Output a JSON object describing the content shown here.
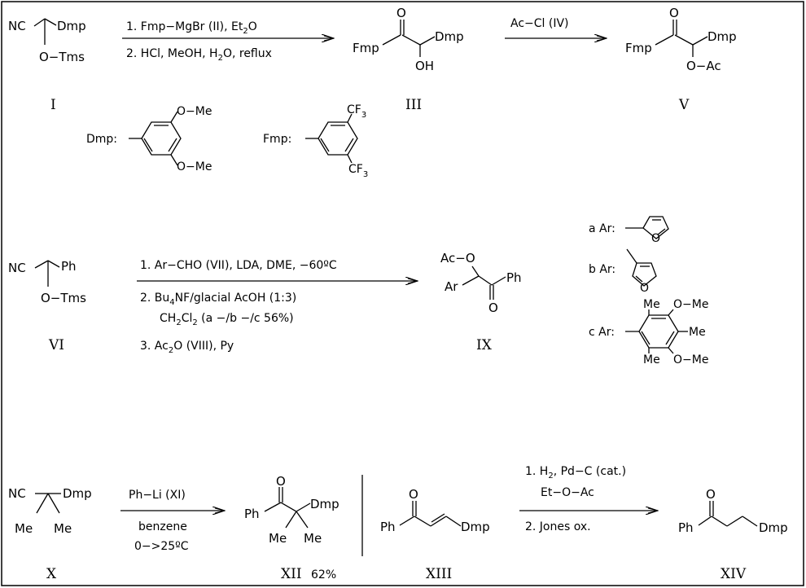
{
  "scheme1": {
    "compound_I": {
      "group_top_left": "NC",
      "group_top_right": "Dmp",
      "group_bottom": "O−Tms",
      "label": "I"
    },
    "arrow1": {
      "step1_prefix": "1.  Fmp−MgBr  (II), Et",
      "step1_sub": "2",
      "step1_suffix": "O",
      "step2_prefix": "2. HCl,  MeOH,  H",
      "step2_sub": "2",
      "step2_suffix": "O,   reflux"
    },
    "compound_III": {
      "left": "Fmp",
      "right": "Dmp",
      "bottom": "OH",
      "label": "III"
    },
    "arrow2": {
      "reagent": "Ac−Cl   (IV)"
    },
    "compound_V": {
      "left": "Fmp",
      "right": "Dmp",
      "bottom": "O−Ac",
      "label": "V"
    },
    "dmp_def": {
      "label": "Dmp:",
      "top": "O−Me",
      "bottom": "O−Me"
    },
    "fmp_def": {
      "label": "Fmp:",
      "top": "CF",
      "top_sub": "3",
      "bottom": "CF",
      "bottom_sub": "3"
    }
  },
  "scheme2": {
    "compound_VI": {
      "group_top_left": "NC",
      "group_top_right": "Ph",
      "group_bottom": "O−Tms",
      "label": "VI"
    },
    "arrow": {
      "step1": "1.  Ar−CHO   (VII), LDA,  DME,  −60ºC",
      "step2_prefix": "2. Bu",
      "step2_sub": "4",
      "step2_suffix": "NF/glacial AcOH (1:3)",
      "step2b_prefix": "CH",
      "step2b_sub1": "2",
      "step2b_mid": "Cl",
      "step2b_sub2": "2",
      "step2b_suffix": "  (a −/b −/c 56%)",
      "step3_prefix": "3.  Ac",
      "step3_sub": "2",
      "step3_suffix": "O   (VIII), Py"
    },
    "compound_IX": {
      "top": "Ac−O",
      "left": "Ar",
      "right": "Ph",
      "bottom": "O",
      "label": "IX"
    },
    "ar_options": [
      {
        "label": "a Ar:"
      },
      {
        "label": "b Ar:"
      },
      {
        "label": "c Ar:",
        "me_top": "Me",
        "ome_top": "O−Me",
        "me_right": "Me",
        "me_bottom": "Me",
        "ome_bottom": "O−Me"
      }
    ]
  },
  "scheme3": {
    "compound_X": {
      "left": "NC",
      "right": "Dmp",
      "me1": "Me",
      "me2": "Me",
      "label": "X"
    },
    "arrow1": {
      "reagent_top": "Ph−Li  (XI)",
      "reagent_bottom1": "benzene",
      "reagent_bottom2": "0−>25ºC"
    },
    "compound_XII": {
      "left": "Ph",
      "right": "Dmp",
      "me1": "Me",
      "me2": "Me",
      "label": "XII",
      "yield": "62%"
    },
    "compound_XIII": {
      "left": "Ph",
      "right": "Dmp",
      "label": "XIII"
    },
    "arrow2": {
      "step1_prefix": "1. H",
      "step1_sub": "2",
      "step1_suffix": ",  Pd−C  (cat.)",
      "step1b": "Et−O−Ac",
      "step2": "2. Jones  ox."
    },
    "compound_XIV": {
      "left": "Ph",
      "right": "Dmp",
      "label": "XIV"
    }
  },
  "carbonyl_O": "O"
}
